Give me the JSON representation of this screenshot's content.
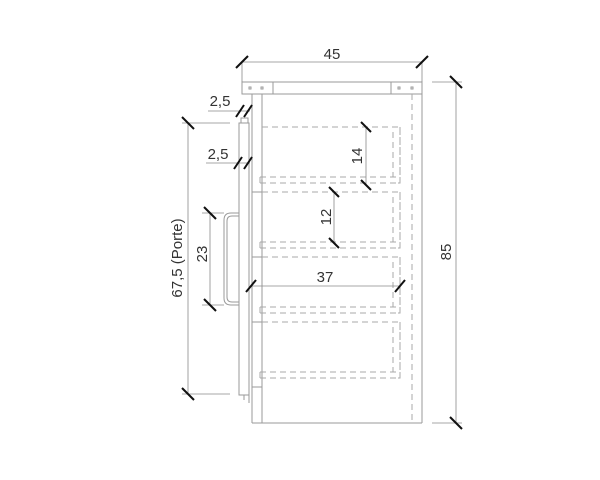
{
  "dimensions": {
    "width": "45",
    "height": "85",
    "door_height": "67,5 (Porte)",
    "handle_height": "23",
    "top_gap": "2,5",
    "door_thickness": "2,5",
    "drawer_height_top": "14",
    "drawer_height_middle": "12",
    "drawer_depth": "37"
  }
}
